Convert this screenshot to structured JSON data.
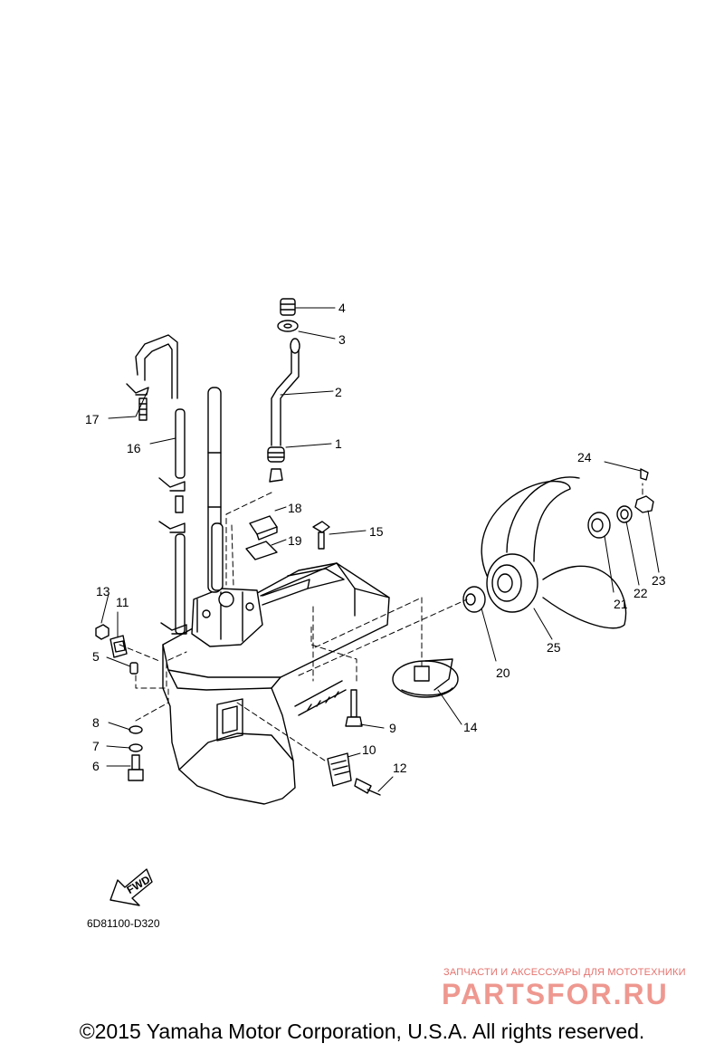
{
  "diagram": {
    "callouts": [
      "1",
      "2",
      "3",
      "4",
      "5",
      "6",
      "7",
      "8",
      "9",
      "10",
      "11",
      "12",
      "13",
      "14",
      "15",
      "16",
      "17",
      "18",
      "19",
      "20",
      "21",
      "22",
      "23",
      "24",
      "25"
    ],
    "fwd_label": "FWD",
    "drawing_code": "6D81100-D320"
  },
  "footer": {
    "copyright": "©2015 Yamaha Motor Corporation, U.S.A. All rights reserved."
  },
  "watermark": {
    "tagline": "ЗАПЧАСТИ И АКСЕССУАРЫ ДЛЯ МОТОТЕХНИКИ",
    "logo": "PARTSFOR.RU",
    "color": "#e5736e"
  }
}
